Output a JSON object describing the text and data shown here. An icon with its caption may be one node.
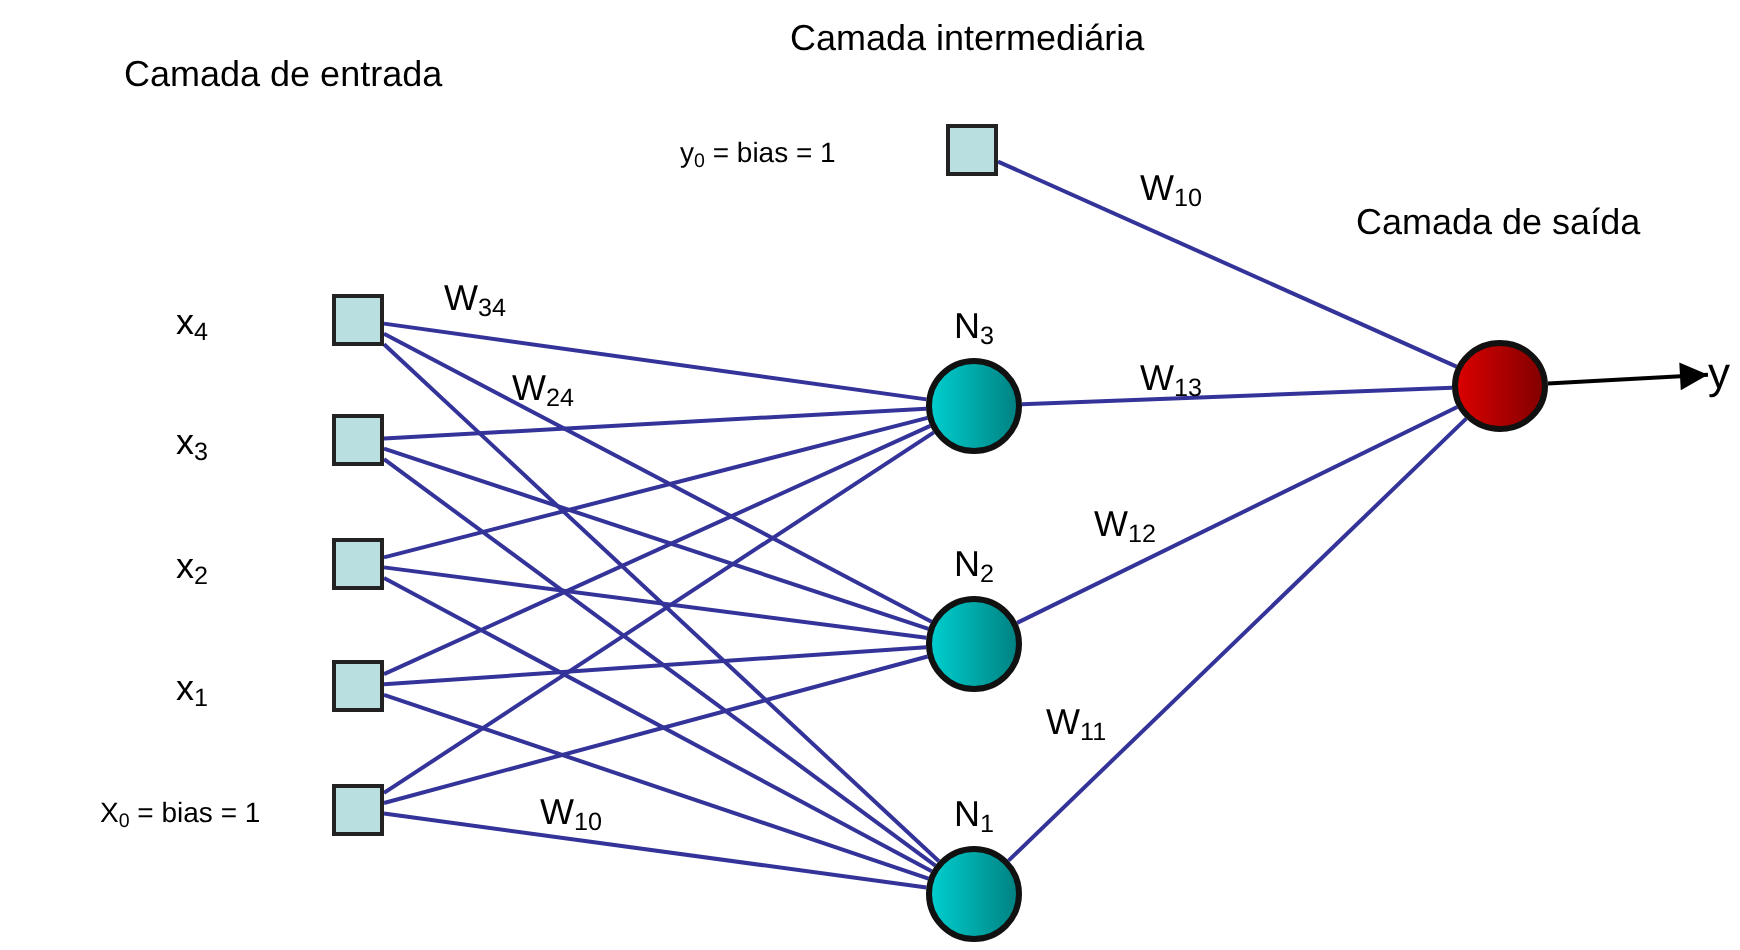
{
  "diagram": {
    "nodes": [
      {
        "text": [],
        "shape": "box",
        "beside": [
          "x$_{4}$"
        ]
      },
      {
        "text": [],
        "shape": "box",
        "beside": [
          "x$_{3}$"
        ]
      },
      {
        "text": [],
        "shape": "box",
        "beside": [
          "x$_{2}$"
        ]
      },
      {
        "text": [],
        "shape": "box",
        "beside": [
          "x$_{1}$"
        ]
      },
      {
        "text": [],
        "shape": "box",
        "beside": [
          "X$_{0}$ = bias = 1"
        ]
      },
      {
        "text": [],
        "shape": "box",
        "beside": [
          "y$_{0}$ = bias = 1"
        ]
      },
      {
        "text": [
          "N$_{3}$"
        ]
      },
      {
        "text": [
          "N$_{2}$"
        ]
      },
      {
        "text": [
          "N$_{1}$"
        ]
      },
      {
        "text": [],
        "shape": "circle"
      },
      {
        "text": [
          "y"
        ]
      }
    ],
    "edges": [
      {
        "from": 0,
        "to": 6,
        "arrow": "none",
        "label": "W$_{34}$"
      },
      {
        "from": 0,
        "to": 7,
        "arrow": "none",
        "label": "W$_{24}$"
      },
      {
        "from": 0,
        "to": 8,
        "arrow": "none"
      },
      {
        "from": 1,
        "to": 6,
        "arrow": "none"
      },
      {
        "from": 1,
        "to": 7,
        "arrow": "none"
      },
      {
        "from": 1,
        "to": 8,
        "arrow": "none"
      },
      {
        "from": 2,
        "to": 6,
        "arrow": "none"
      },
      {
        "from": 2,
        "to": 7,
        "arrow": "none"
      },
      {
        "from": 2,
        "to": 8,
        "arrow": "none"
      },
      {
        "from": 3,
        "to": 6,
        "arrow": "none"
      },
      {
        "from": 3,
        "to": 7,
        "arrow": "none"
      },
      {
        "from": 3,
        "to": 8,
        "arrow": "none"
      },
      {
        "from": 4,
        "to": 6,
        "arrow": "none"
      },
      {
        "from": 4,
        "to": 7,
        "arrow": "none"
      },
      {
        "from": 4,
        "to": 8,
        "arrow": "none",
        "label": "W$_{10}$"
      },
      {
        "from": 5,
        "to": 9,
        "arrow": "none",
        "label": "W$_{10}$"
      },
      {
        "from": 6,
        "to": 9,
        "arrow": "none",
        "label": "W$_{13}$"
      },
      {
        "from": 7,
        "to": 9,
        "arrow": "none",
        "label": "W$_{12}$"
      },
      {
        "from": 8,
        "to": 9,
        "arrow": "none",
        "label": "W$_{11}$"
      },
      {
        "from": 9,
        "to": 10,
        "arrow": "to",
        "color": "#000000"
      }
    ],
    "labels": [
      "Camada intermediária",
      "Camada de entrada",
      "Camada de saída"
    ]
  }
}
